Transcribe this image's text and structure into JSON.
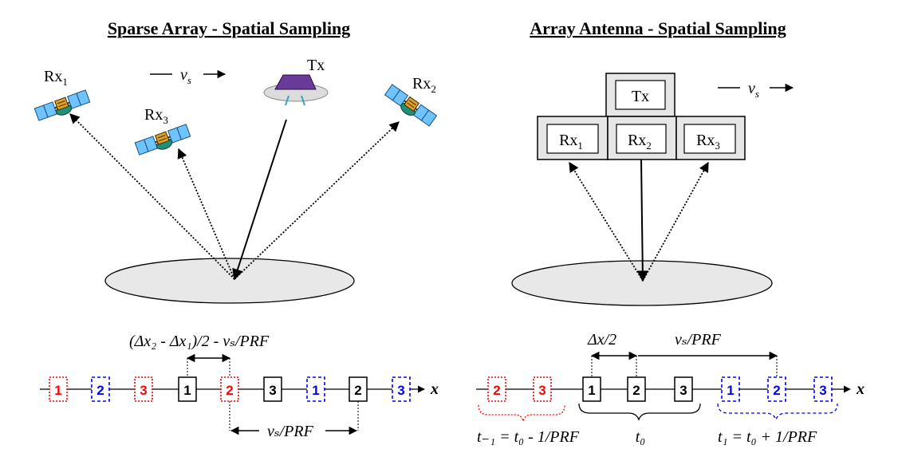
{
  "colors": {
    "red": "#ff0000",
    "blue": "#0000ff",
    "black": "#000000",
    "ellipse": "#e8e8e8",
    "antenna_fill": "#e6e6e6"
  },
  "left": {
    "title": "Sparse Array - Spatial Sampling",
    "velocity": {
      "sym": "v",
      "sub": "s"
    },
    "tx_label": "Tx",
    "rx": [
      {
        "base": "Rx",
        "sub": "1"
      },
      {
        "base": "Rx",
        "sub": "3"
      },
      {
        "base": "Rx",
        "sub": "2"
      }
    ],
    "offset_label": "(Δx₂ - Δx₁)/2 - vₛ/PRF",
    "step_label": "vₛ/PRF",
    "samples": [
      {
        "n": "1",
        "color": "red",
        "style": "dotted"
      },
      {
        "n": "2",
        "color": "blue",
        "style": "dashed"
      },
      {
        "n": "3",
        "color": "red",
        "style": "dotted"
      },
      {
        "n": "1",
        "color": "black",
        "style": "solid"
      },
      {
        "n": "2",
        "color": "red",
        "style": "dotted"
      },
      {
        "n": "3",
        "color": "black",
        "style": "solid"
      },
      {
        "n": "1",
        "color": "blue",
        "style": "dashed"
      },
      {
        "n": "2",
        "color": "black",
        "style": "solid"
      },
      {
        "n": "3",
        "color": "blue",
        "style": "dashed"
      }
    ],
    "axis_label": "x"
  },
  "right": {
    "title": "Array Antenna - Spatial Sampling",
    "velocity": {
      "sym": "v",
      "sub": "s"
    },
    "tx_label": "Tx",
    "rx": [
      {
        "base": "Rx",
        "sub": "1"
      },
      {
        "base": "Rx",
        "sub": "2"
      },
      {
        "base": "Rx",
        "sub": "3"
      }
    ],
    "dx_label": "Δx/2",
    "step_label": "vₛ/PRF",
    "samples": [
      {
        "n": "2",
        "color": "red",
        "style": "dotted"
      },
      {
        "n": "3",
        "color": "red",
        "style": "dotted"
      },
      {
        "n": "1",
        "color": "black",
        "style": "solid"
      },
      {
        "n": "2",
        "color": "black",
        "style": "solid"
      },
      {
        "n": "3",
        "color": "black",
        "style": "solid"
      },
      {
        "n": "1",
        "color": "blue",
        "style": "dashed"
      },
      {
        "n": "2",
        "color": "blue",
        "style": "dashed"
      },
      {
        "n": "3",
        "color": "blue",
        "style": "dashed"
      }
    ],
    "time_labels": [
      "t₋₁ = t₀ - 1/PRF",
      "t₀",
      "t₁ = t₀ + 1/PRF"
    ],
    "axis_label": "x"
  }
}
